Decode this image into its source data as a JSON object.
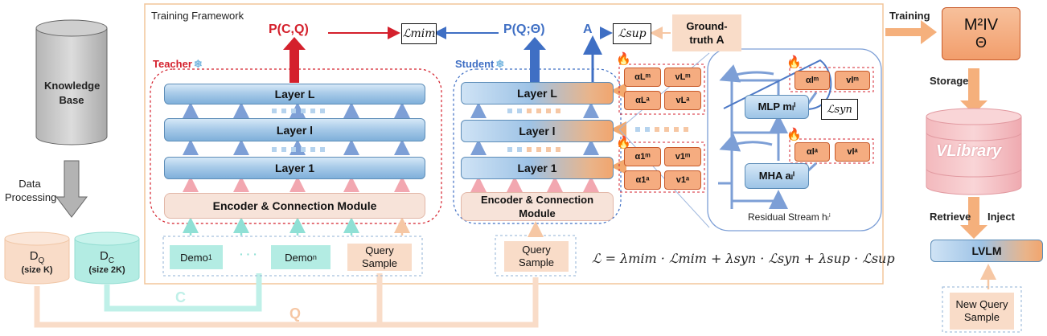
{
  "framework_title": "Training Framework",
  "knowledge_base": "Knowledge Base",
  "data_processing": "Data Processing",
  "dq": {
    "label": "D",
    "sub": "Q",
    "size": "(size K)"
  },
  "dc": {
    "label": "D",
    "sub": "C",
    "size": "(size 2K)"
  },
  "c_label": "C",
  "q_label": "Q",
  "teacher": {
    "title": "Teacher",
    "layers": [
      "Layer L",
      "Layer l",
      "Layer 1"
    ],
    "encoder": "Encoder & Connection Module",
    "demo1": "Demo",
    "demo1_sub": "1",
    "demo_dots": "· · ·",
    "demon": "Demo",
    "demon_sub": "n",
    "query": "Query Sample",
    "output": "P(C,Q)"
  },
  "student": {
    "title": "Student",
    "layers": [
      "Layer L",
      "Layer l",
      "Layer 1"
    ],
    "encoder": "Encoder & Connection Module",
    "query": "Query Sample",
    "output": "P(Q;Θ)",
    "answer": "A"
  },
  "losses": {
    "mim": "ℒmim",
    "sup": "ℒsup",
    "syn": "ℒsyn",
    "total": "ℒ = λmim · ℒmim + λsyn · ℒsyn + λsup · ℒsup"
  },
  "ground_truth": {
    "line1": "Ground-",
    "line2": "truth",
    "bold": "A"
  },
  "params": {
    "top": [
      "αLᵐ",
      "vLᵐ",
      "αLᵃ",
      "vLᵃ"
    ],
    "bottom": [
      "α1ᵐ",
      "v1ᵐ",
      "α1ᵃ",
      "v1ᵃ"
    ],
    "inner_m": [
      "αlᵐ",
      "vlᵐ"
    ],
    "inner_a": [
      "αlᵃ",
      "vlᵃ"
    ]
  },
  "residual": {
    "mlp": "MLP mₗⁱ",
    "mha": "MHA aₗⁱ",
    "caption": "Residual Stream hₗⁱ"
  },
  "right": {
    "training": "Training",
    "m2iv_line1": "M²IV",
    "m2iv_line2": "Θ",
    "storage": "Storage",
    "vlibrary": "VLibrary",
    "retrieve": "Retrieve",
    "inject": "Inject",
    "lvlm": "LVLM",
    "new_query": "New Query Sample"
  },
  "colors": {
    "teacher_red": "#d4202c",
    "student_blue": "#3f6fc4",
    "orange": "#f5ac80",
    "teal": "#b3ece3"
  }
}
